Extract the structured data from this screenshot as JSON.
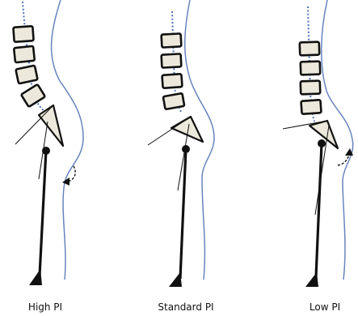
{
  "diagram": {
    "panels": [
      {
        "id": "high",
        "caption": "High PI",
        "rotation_arrow_direction": "clockwise"
      },
      {
        "id": "standard",
        "caption": "Standard PI",
        "rotation_arrow_direction": "none"
      },
      {
        "id": "low",
        "caption": "Low PI",
        "rotation_arrow_direction": "counterclockwise"
      }
    ],
    "colors": {
      "spine_line": "#4f74b8",
      "skin_outline": "#6784bd",
      "bone_fill": "#ece9dc",
      "outline": "#111111"
    }
  }
}
